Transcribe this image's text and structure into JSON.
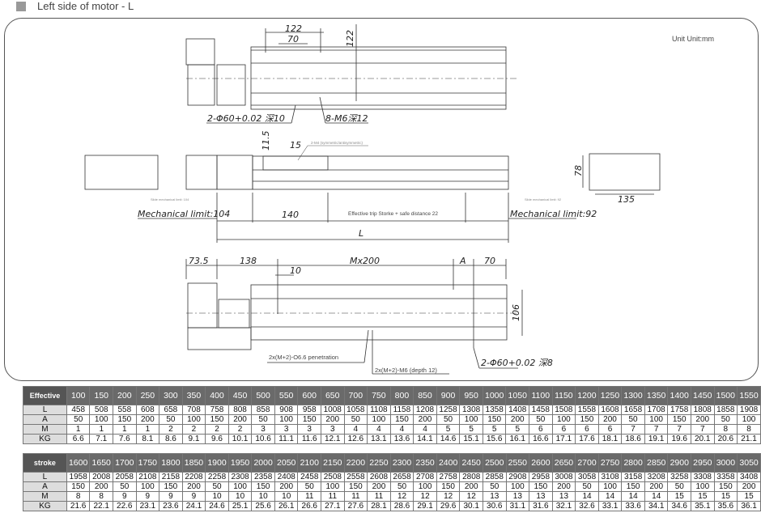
{
  "header": {
    "title": "Left side of motor - L"
  },
  "unit": "Unit Unit:mm",
  "top_view": {
    "dim_122_h": "122",
    "dim_70": "70",
    "dim_122_v": "122",
    "hole_pin": "2-Φ60+0.02 深10",
    "hole_m6": "8-M6深12"
  },
  "side_view": {
    "dim_11_5": "11.5",
    "dim_15": "15",
    "m4_note": "2-M4 (symmetric/antisymmetric)",
    "slide_limit_left": "Slide mechanical limit: 104",
    "slide_limit_right": "Slide mechanical limit: 92",
    "mech_limit_left": "Mechanical limit:104",
    "dim_140": "140",
    "effective": "Effective trip Storke + safe distance 22",
    "mech_limit_right": "Mechanical limit:92",
    "dim_L": "L",
    "dim_78": "78",
    "dim_135": "135"
  },
  "bottom_view": {
    "dim_73_5": "73.5",
    "dim_138": "138",
    "dim_mx200": "Mx200",
    "dim_A": "A",
    "dim_70": "70",
    "dim_10": "10",
    "dim_106": "106",
    "penetration": "2x(M+2)-O6.6 penetration",
    "m6_depth": "2x(M+2)-M6 (depth 12)",
    "pin_hole": "2-Φ60+0.02 深8"
  },
  "tables": [
    {
      "header": "Effective",
      "rows_labels": [
        "L",
        "A",
        "M",
        "KG"
      ],
      "stroke": [
        100,
        150,
        200,
        250,
        300,
        350,
        400,
        450,
        500,
        550,
        600,
        650,
        700,
        750,
        800,
        850,
        900,
        950,
        1000,
        1050,
        1100,
        1150,
        1200,
        1250,
        1300,
        1350,
        1400,
        1450,
        1500,
        1550
      ],
      "L": [
        458,
        508,
        558,
        608,
        658,
        708,
        758,
        808,
        858,
        908,
        958,
        1008,
        1058,
        1108,
        1158,
        1208,
        1258,
        1308,
        1358,
        1408,
        1458,
        1508,
        1558,
        1608,
        1658,
        1708,
        1758,
        1808,
        1858,
        1908
      ],
      "A": [
        50,
        100,
        150,
        200,
        50,
        100,
        150,
        200,
        50,
        100,
        150,
        200,
        50,
        100,
        150,
        200,
        50,
        100,
        150,
        200,
        50,
        100,
        150,
        200,
        50,
        100,
        150,
        200,
        50,
        100
      ],
      "M": [
        1,
        1,
        1,
        1,
        2,
        2,
        2,
        2,
        3,
        3,
        3,
        3,
        4,
        4,
        4,
        4,
        5,
        5,
        5,
        5,
        6,
        6,
        6,
        6,
        7,
        7,
        7,
        7,
        8,
        8
      ],
      "KG": [
        "6.6",
        "7.1",
        "7.6",
        "8.1",
        "8.6",
        "9.1",
        "9.6",
        "10.1",
        "10.6",
        "11.1",
        "11.6",
        "12.1",
        "12.6",
        "13.1",
        "13.6",
        "14.1",
        "14.6",
        "15.1",
        "15.6",
        "16.1",
        "16.6",
        "17.1",
        "17.6",
        "18.1",
        "18.6",
        "19.1",
        "19.6",
        "20.1",
        "20.6",
        "21.1"
      ]
    },
    {
      "header": "stroke",
      "rows_labels": [
        "L",
        "A",
        "M",
        "KG"
      ],
      "stroke": [
        1600,
        1650,
        1700,
        1750,
        1800,
        1850,
        1900,
        1950,
        2000,
        2050,
        2100,
        2150,
        2200,
        2250,
        2300,
        2350,
        2400,
        2450,
        2500,
        2550,
        2600,
        2650,
        2700,
        2750,
        2800,
        2850,
        2900,
        2950,
        3000,
        3050
      ],
      "L": [
        1958,
        2008,
        2058,
        2108,
        2158,
        2208,
        2258,
        2308,
        2358,
        2408,
        2458,
        2508,
        2558,
        2608,
        2658,
        2708,
        2758,
        2808,
        2858,
        2908,
        2958,
        3008,
        3058,
        3108,
        3158,
        3208,
        3258,
        3308,
        3358,
        3408
      ],
      "A": [
        150,
        200,
        50,
        100,
        150,
        200,
        50,
        100,
        150,
        200,
        50,
        100,
        150,
        200,
        50,
        100,
        150,
        200,
        50,
        100,
        150,
        200,
        50,
        100,
        150,
        200,
        50,
        100,
        150,
        200
      ],
      "M": [
        8,
        8,
        9,
        9,
        9,
        9,
        10,
        10,
        10,
        10,
        11,
        11,
        11,
        11,
        12,
        12,
        12,
        12,
        13,
        13,
        13,
        13,
        14,
        14,
        14,
        14,
        15,
        15,
        15,
        15
      ],
      "KG": [
        "21.6",
        "22.1",
        "22.6",
        "23.1",
        "23.6",
        "24.1",
        "24.6",
        "25.1",
        "25.6",
        "26.1",
        "26.6",
        "27.1",
        "27.6",
        "28.1",
        "28.6",
        "29.1",
        "29.6",
        "30.1",
        "30.6",
        "31.1",
        "31.6",
        "32.1",
        "32.6",
        "33.1",
        "33.6",
        "34.1",
        "34.6",
        "35.1",
        "35.6",
        "36.1"
      ]
    }
  ]
}
